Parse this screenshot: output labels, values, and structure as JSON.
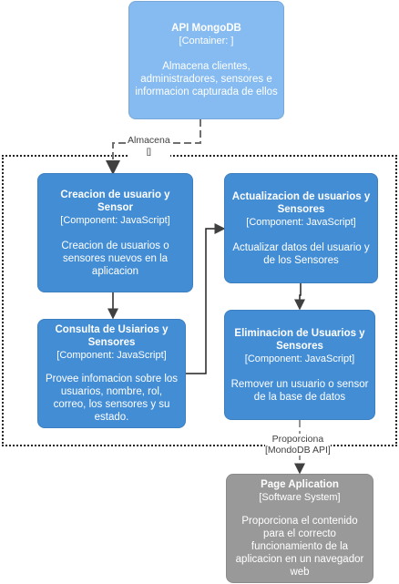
{
  "nodes": {
    "mongodb": {
      "title": "API MongoDB",
      "tag": "[Container: ]",
      "description": "Almacena clientes, administradores, sensores e informacion capturada de ellos"
    },
    "creacion": {
      "title": "Creacion de usuario y Sensor",
      "tag": "[Component: JavaScript]",
      "description": "Creacion de usuarios o sensores nuevos en la aplicacion"
    },
    "consulta": {
      "title": "Consulta de Usiarios y Sensores",
      "tag": "[Component: JavaScript]",
      "description": "Provee infomacion sobre los usuarios, nombre, rol, correo, los sensores y su estado."
    },
    "actualizacion": {
      "title": "Actualizacion de usuarios y Sensores",
      "tag": "[Component: JavaScript]",
      "description": "Actualizar datos del usuario y de los Sensores"
    },
    "eliminacion": {
      "title": "Eliminacion de Usuarios y Sensores",
      "tag": "[Component: JavaScript]",
      "description": "Remover un usuario o sensor de la base de datos"
    },
    "page": {
      "title": "Page Aplication",
      "tag": "[Software System]",
      "description": "Proporciona el contenido para el correcto funcionamiento de la aplicacion en un navegador web"
    }
  },
  "edges": {
    "almacena": {
      "label": "Almacena",
      "technology": "[]"
    },
    "proporciona": {
      "label": "Proporciona",
      "technology": "[MondoDB API]"
    }
  }
}
